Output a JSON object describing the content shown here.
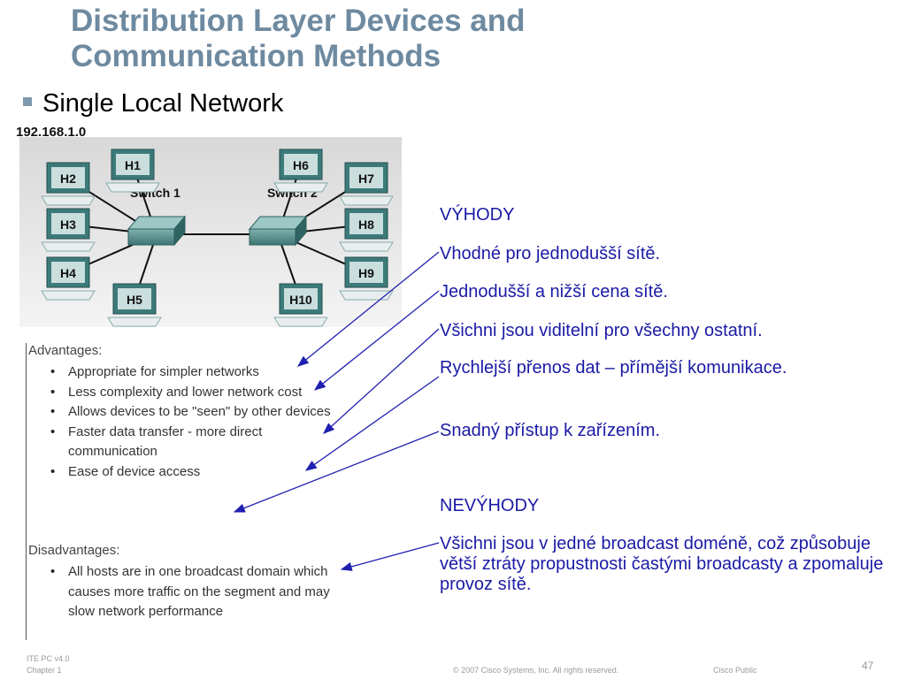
{
  "slide": {
    "title": "Distribution Layer Devices and Communication Methods",
    "bullet": "Single Local Network"
  },
  "network": {
    "ip_label": "192.168.1.0",
    "switches": [
      "Switch 1",
      "Switch 2"
    ],
    "hosts": [
      "H1",
      "H2",
      "H3",
      "H4",
      "H5",
      "H6",
      "H7",
      "H8",
      "H9",
      "H10"
    ]
  },
  "english": {
    "advantages_heading": "Advantages:",
    "advantages": [
      "Appropriate for simpler networks",
      "Less complexity and lower network cost",
      "Allows devices to be \"seen\" by other devices",
      "Faster data transfer - more direct communication",
      "Ease of device access"
    ],
    "disadvantages_heading": "Disadvantages:",
    "disadvantages": [
      "All hosts are in one broadcast domain which causes more traffic on the segment and may slow network performance"
    ]
  },
  "czech": {
    "pros_heading": "VÝHODY",
    "pros": [
      "Vhodné pro jednodušší sítě.",
      "Jednodušší a nižší cena sítě.",
      "Všichni jsou viditelní pro všechny ostatní.",
      "Rychlejší přenos dat – přímější komunikace.",
      "Snadný přístup k zařízením."
    ],
    "cons_heading": "NEVÝHODY",
    "cons": [
      "Všichni jsou v jedné broadcast doméně, což způsobuje větší ztráty propustnosti častými broadcasty a zpomaluje provoz sítě."
    ]
  },
  "footer": {
    "course": "ITE PC v4.0",
    "chapter": "Chapter 1",
    "copyright": "© 2007 Cisco Systems, Inc. All rights reserved.",
    "classification": "Cisco Public",
    "page": "47"
  },
  "colors": {
    "title": "#6e8aa0",
    "czech_text": "#1a1aa5",
    "arrow": "#2020b0",
    "host_body": "#3d7a7a",
    "switch": "#4d8c8a"
  }
}
